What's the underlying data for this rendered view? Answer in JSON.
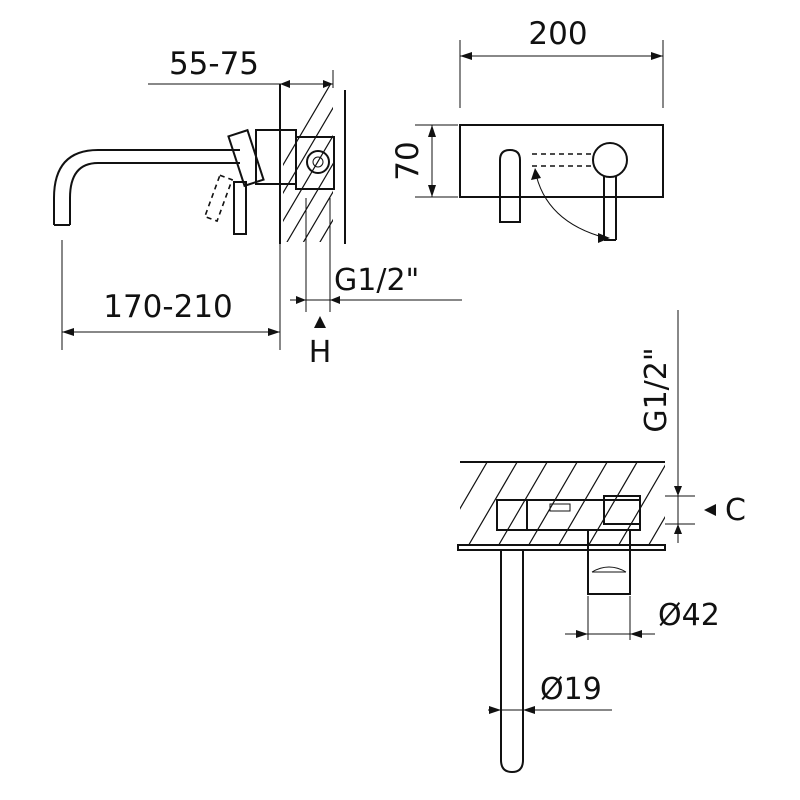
{
  "dimensions": {
    "wall_depth": "55-75",
    "plate_width": "200",
    "plate_height": "70",
    "spout_reach": "170-210",
    "thread": "G1/2\"",
    "thread_vertical": "G1/2\"",
    "height_ref": "H",
    "clearance_ref": "C",
    "body_diameter": "Ø42",
    "spout_diameter": "Ø19"
  }
}
